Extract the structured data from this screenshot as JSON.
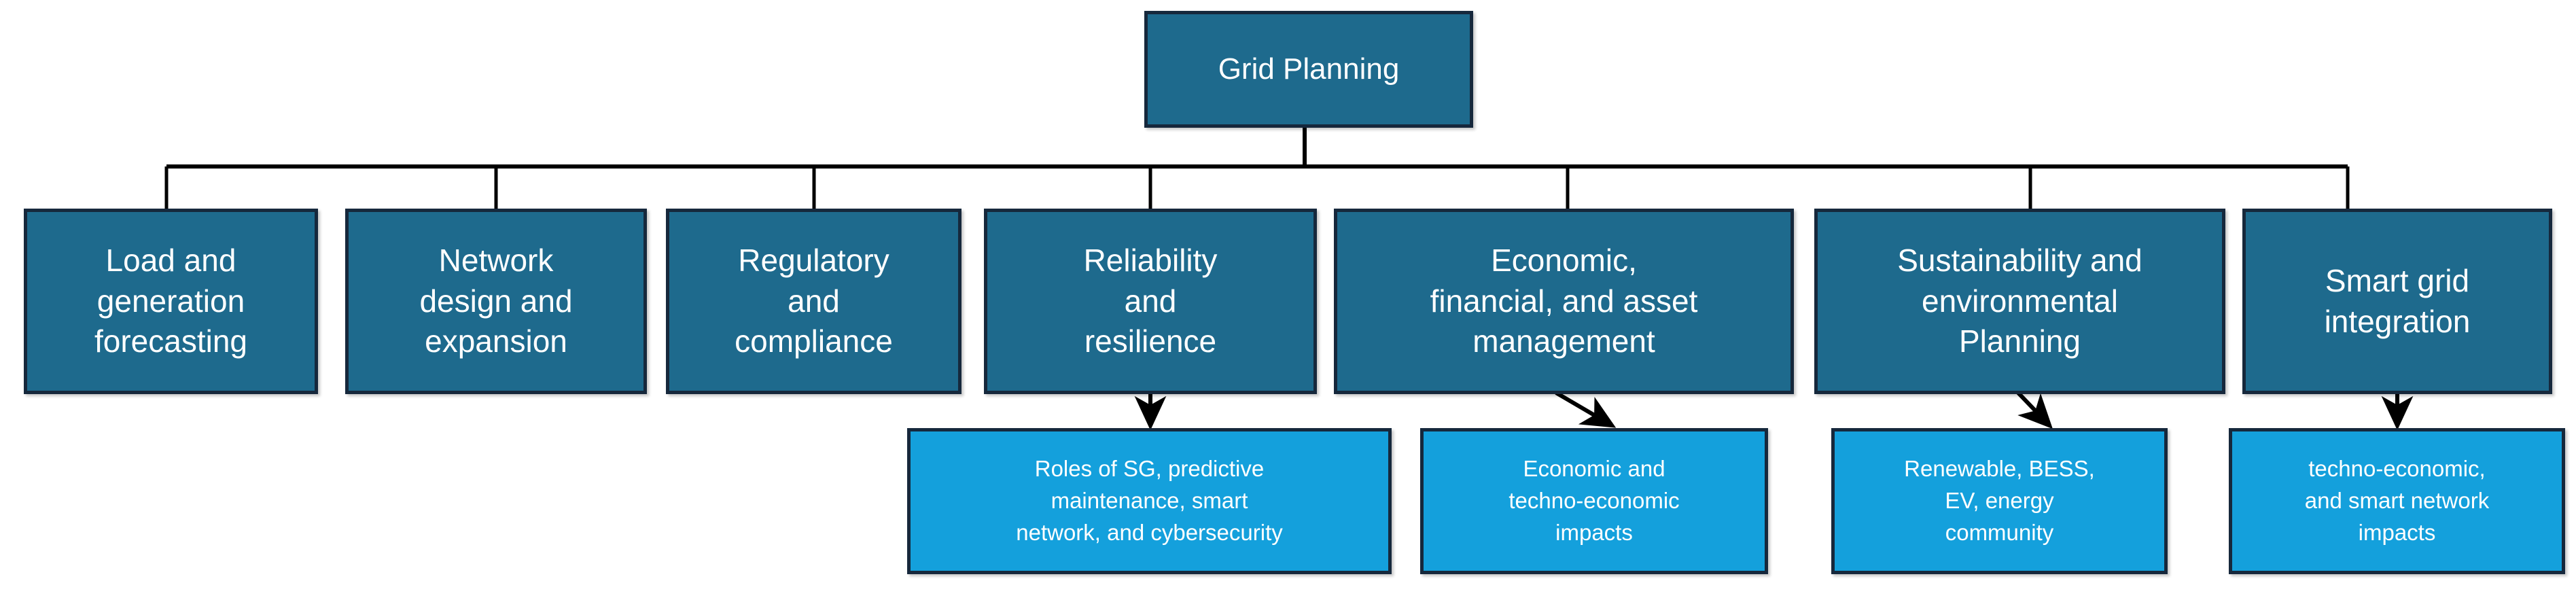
{
  "diagram": {
    "title": "Grid Planning hierarchy",
    "colors": {
      "node_dark_fill": "#1E6A8D",
      "node_light_fill": "#14A0DC",
      "node_border": "#16283C",
      "node_text": "#FFFFFF",
      "connector": "#000000",
      "background": "#FFFFFF"
    },
    "root": {
      "label": "Grid Planning"
    },
    "branches": [
      {
        "label": "Load and\ngeneration\nforecasting"
      },
      {
        "label": "Network\ndesign and\nexpansion"
      },
      {
        "label": "Regulatory\nand\ncompliance"
      },
      {
        "label": "Reliability\nand\nresilience"
      },
      {
        "label": "Economic,\nfinancial, and asset\nmanagement"
      },
      {
        "label": "Sustainability and\nenvironmental\nPlanning"
      },
      {
        "label": "Smart grid\nintegration"
      }
    ],
    "details": [
      {
        "label": "Roles of SG, predictive\nmaintenance, smart\nnetwork, and cybersecurity"
      },
      {
        "label": "Economic and\ntechno-economic\nimpacts"
      },
      {
        "label": "Renewable, BESS,\nEV, energy\ncommunity"
      },
      {
        "label": "techno-economic,\nand smart network\nimpacts"
      }
    ]
  }
}
